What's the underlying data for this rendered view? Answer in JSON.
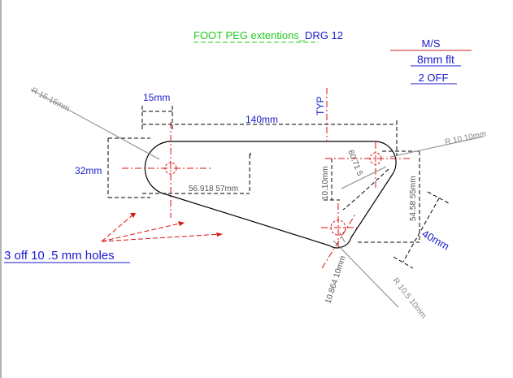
{
  "title": {
    "name": "FOOT PEG extentions",
    "separator": "_",
    "drawing_number": "DRG 12",
    "name_color": "#22cc22",
    "number_color": "#1a1acc"
  },
  "material_block": {
    "material": "M/S",
    "thickness": "8mm flt",
    "quantity": "2 OFF"
  },
  "annotations": {
    "holes_note": "3 off 10 .5 mm holes",
    "typ": "TYP"
  },
  "dimensions": {
    "width_15": "15mm",
    "length_140": "140mm",
    "height_32": "32mm",
    "centre_56": "56.918 57mm",
    "radius_15": "R 15.15mm",
    "radius_10": "R 10.10mm",
    "vertical_10": "10.10mm",
    "angle_60": "60.71 5",
    "vertical_54": "54.58 55mm",
    "diag_40": "40mm",
    "diag_10864": "10.864 10mm",
    "radius_105": "R 10.5 10mm"
  },
  "colors": {
    "outline": "#000000",
    "dimension_blue": "#1a1acc",
    "centerline_red": "#dd1111",
    "leader_grey": "#888888"
  }
}
